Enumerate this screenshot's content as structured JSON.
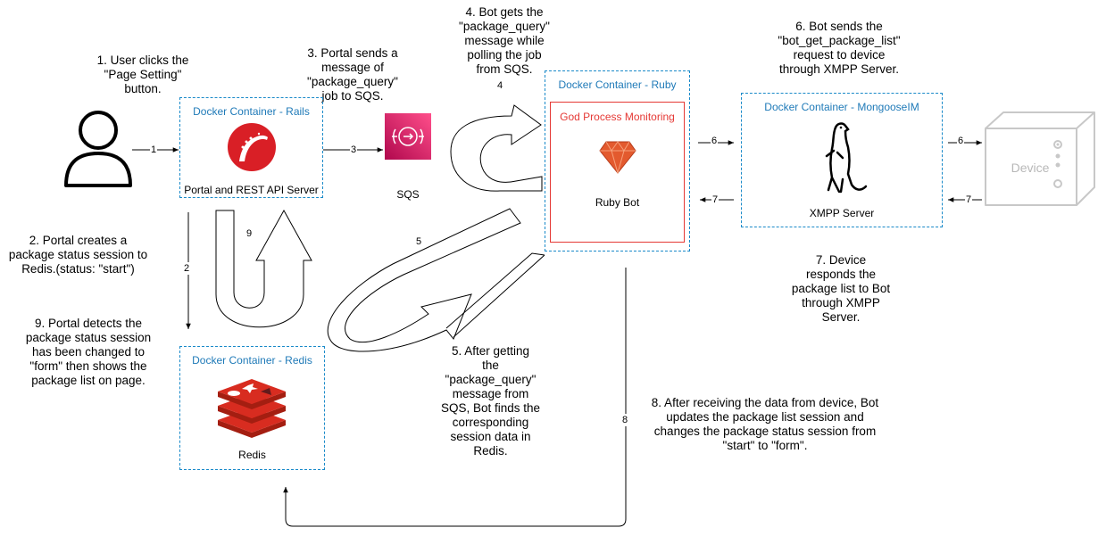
{
  "steps": {
    "s1": [
      "1. User clicks the",
      "\"Page Setting\"",
      "button."
    ],
    "s2": [
      "2. Portal creates a",
      "package status session to",
      "Redis.(status: \"start\")"
    ],
    "s3": [
      "3. Portal sends a",
      "message of",
      "\"package_query\"",
      "job to SQS."
    ],
    "s4": [
      "4. Bot gets the",
      "\"package_query\"",
      "message while",
      "polling the job",
      "from SQS."
    ],
    "s5": [
      "5. After getting",
      "the",
      "\"package_query\"",
      "message from",
      "SQS, Bot finds the",
      "corresponding",
      "session data in",
      "Redis."
    ],
    "s6": [
      "6. Bot sends the",
      "\"bot_get_package_list\"",
      "request to device",
      "through XMPP Server."
    ],
    "s7": [
      "7. Device",
      "responds the",
      "package list to Bot",
      "through XMPP",
      "Server."
    ],
    "s8": [
      "8. After receiving the data from device, Bot",
      "updates the package list session and",
      "changes the package status session from",
      "\"start\" to \"form\"."
    ],
    "s9": [
      "9. Portal detects the",
      "package status session",
      "has been changed to",
      "\"form\" then shows the",
      "package list on page."
    ]
  },
  "containers": {
    "rails": {
      "title": "Docker Container - Rails",
      "caption": "Portal and REST API Server"
    },
    "ruby": {
      "title": "Docker Container - Ruby",
      "god": "God Process Monitoring",
      "caption": "Ruby Bot"
    },
    "mongoose": {
      "title": "Docker Container - MongooseIM",
      "caption": "XMPP Server"
    },
    "redis": {
      "title": "Docker Container - Redis",
      "caption": "Redis"
    }
  },
  "sqs_label": "SQS",
  "device_label": "Device",
  "edge_labels": {
    "e1": "1",
    "e2": "2",
    "e3": "3",
    "e4": "4",
    "e5": "5",
    "e6a": "6",
    "e6b": "6",
    "e7a": "7",
    "e7b": "7",
    "e8": "8",
    "e9": "9"
  },
  "colors": {
    "container_border": "#1a8ac9",
    "container_title": "#1f7ab8",
    "god_border": "#e53935",
    "rails_red": "#d91f26",
    "sqs_pink": "#e8336f",
    "redis_red": "#c8362f",
    "device_gray": "#c8c8c8"
  }
}
